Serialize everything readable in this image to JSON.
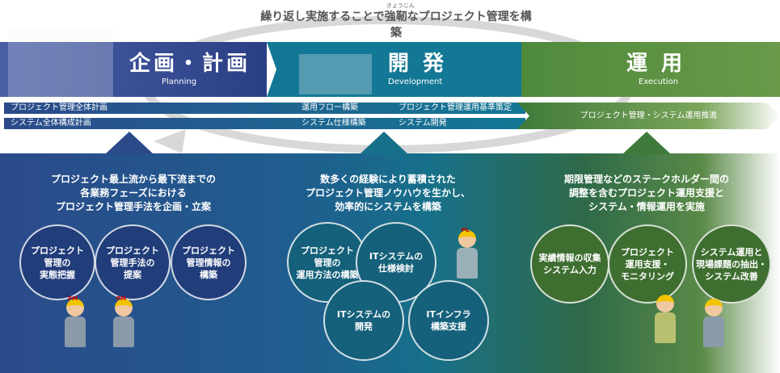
{
  "cycle_title": "繰り返し実施することで強靭なプロジェクト管理を構築",
  "cycle_ruby": "きょうじん",
  "phases": [
    {
      "title": "企画・計画",
      "subtitle": "Planning",
      "color": "#2b3f86"
    },
    {
      "title": "開 発",
      "subtitle": "Development",
      "color": "#137895"
    },
    {
      "title": "運 用",
      "subtitle": "Execution",
      "color": "#4f8a3c"
    }
  ],
  "bars": {
    "row1": [
      "プロジェクト管理全体計画",
      "運用フロー構築",
      "プロジェクト管理運用基準策定"
    ],
    "row2": [
      "システム全体構成計画",
      "システム仕様構築",
      "システム開発"
    ],
    "execution": "プロジェクト管理・システム運用推進"
  },
  "descriptions": [
    [
      "プロジェクト最上流から最下流までの",
      "各業務フェーズにおける",
      "プロジェクト管理手法を企画・立案"
    ],
    [
      "数多くの経験により蓄積された",
      "プロジェクト管理ノウハウを生かし、",
      "効率的にシステムを構築"
    ],
    [
      "期限管理などのステークホルダー間の",
      "調整を含むプロジェクト運用支援と",
      "システム・情報運用を実施"
    ]
  ],
  "circles": {
    "planning": [
      [
        "プロジェクト",
        "管理の",
        "実態把握"
      ],
      [
        "プロジェクト",
        "管理手法の",
        "提案"
      ],
      [
        "プロジェクト",
        "管理情報の",
        "構築"
      ]
    ],
    "development": [
      [
        "プロジェクト",
        "管理の",
        "運用方法の構築"
      ],
      [
        "ITシステムの",
        "仕様検討"
      ],
      [
        "ITシステムの",
        "開発"
      ],
      [
        "ITインフラ",
        "構築支援"
      ]
    ],
    "execution": [
      [
        "実績情報の収集",
        "システム入力"
      ],
      [
        "プロジェクト",
        "運用支援・",
        "モニタリング"
      ],
      [
        "システム運用と",
        "現場課題の抽出・",
        "システム改善"
      ]
    ]
  },
  "badges": {
    "pm": "PM",
    "pl": "PL"
  }
}
